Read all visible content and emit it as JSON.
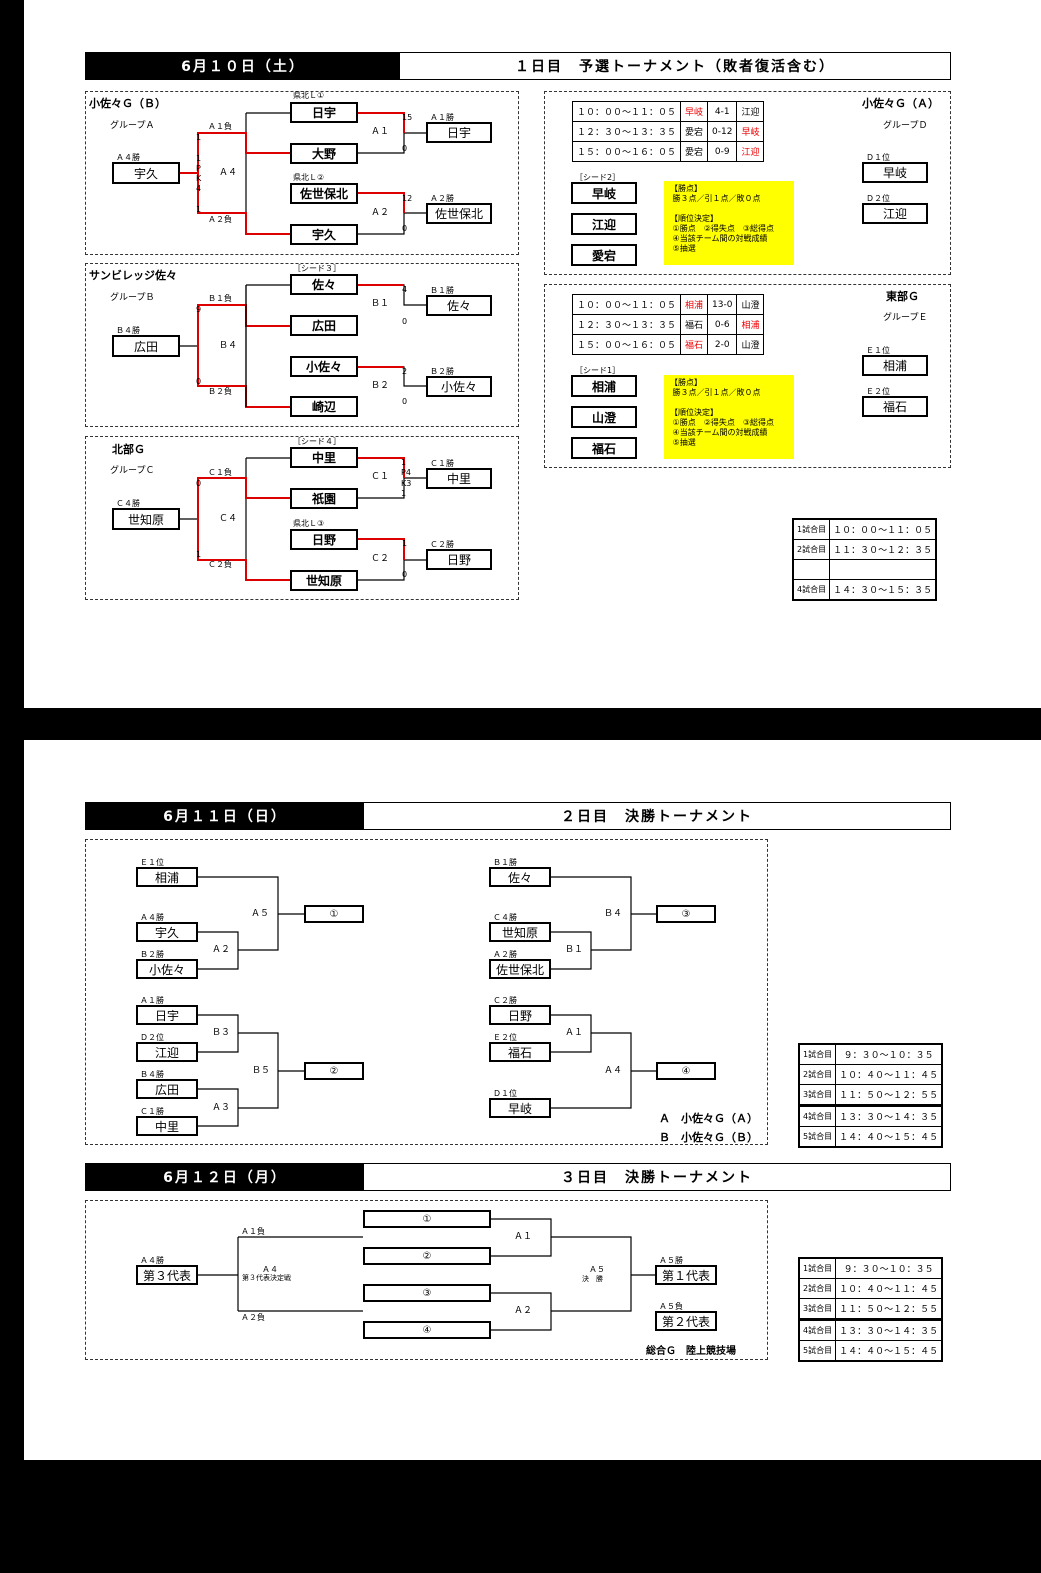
{
  "day1": {
    "date": "6月１０日（土）",
    "title": "１日目　予選トーナメント（敗者復活含む）",
    "groupA": {
      "name": "小佐々Ｇ（Ｂ）",
      "sub": "グループＡ",
      "teams": [
        "日宇",
        "大野",
        "佐世保北",
        "宇久"
      ],
      "tags": [
        "県北Ｌ①",
        "県北Ｌ②"
      ],
      "winners": [
        "日宇",
        "佐世保北",
        "宇久"
      ],
      "labels": {
        "a1lose": "Ａ１負",
        "a2lose": "Ａ２負",
        "a4": "Ａ４",
        "a1": "Ａ１",
        "a2": "Ａ２",
        "a1win": "Ａ１勝",
        "a2win": "Ａ２勝",
        "a4win": "Ａ４勝"
      },
      "scores": {
        "m1top": "15",
        "m1bot": "0",
        "m2top": "12",
        "m2bot": "0",
        "a4": [
          "1",
          "1",
          "P",
          "K",
          "4",
          "1"
        ]
      }
    },
    "groupB": {
      "name": "サンビレッジ佐々",
      "sub": "グループＢ",
      "teams": [
        "佐々",
        "広田",
        "小佐々",
        "崎辺"
      ],
      "tags": [
        "［シード３］"
      ],
      "winners": [
        "佐々",
        "小佐々",
        "広田"
      ],
      "labels": {
        "b1lose": "Ｂ１負",
        "b2lose": "Ｂ２負",
        "b4": "Ｂ４",
        "b1": "Ｂ１",
        "b2": "Ｂ２",
        "b1win": "Ｂ１勝",
        "b2win": "Ｂ２勝",
        "b4win": "Ｂ４勝"
      },
      "scores": {
        "m1top": "4",
        "m1bot": "0",
        "m2top": "2",
        "m2bot": "0",
        "b4top": "9",
        "b4bot": "0"
      }
    },
    "groupC": {
      "name": "北部Ｇ",
      "sub": "グループＣ",
      "teams": [
        "中里",
        "祇園",
        "日野",
        "世知原"
      ],
      "tags": [
        "［シード４］",
        "県北Ｌ③"
      ],
      "winners": [
        "中里",
        "日野",
        "世知原"
      ],
      "labels": {
        "c1lose": "Ｃ１負",
        "c2lose": "Ｃ２負",
        "c4": "Ｃ４",
        "c1": "Ｃ１",
        "c2": "Ｃ２",
        "c1win": "Ｃ１勝",
        "c2win": "Ｃ２勝",
        "c4win": "Ｃ４勝"
      },
      "scores": {
        "m1": [
          "1",
          "P4",
          "K3",
          "1"
        ],
        "m2top": "1",
        "m2bot": "0",
        "c4top": "0",
        "c4bot": "1"
      }
    },
    "groupD": {
      "name": "小佐々Ｇ（Ａ）",
      "sub": "グループＤ",
      "rows": [
        {
          "time": "１０：００～１１：０５",
          "home": "早岐",
          "score": "4-1",
          "away": "江迎",
          "red": "home"
        },
        {
          "time": "１２：３０～１３：３５",
          "home": "愛宕",
          "score": "0-12",
          "away": "早岐",
          "red": "away"
        },
        {
          "time": "１５：００～１６：０５",
          "home": "愛宕",
          "score": "0-9",
          "away": "江迎",
          "red": "away"
        }
      ],
      "seed": "［シード2］",
      "teams": [
        "早岐",
        "江迎",
        "愛宕"
      ],
      "rank1": "Ｄ１位",
      "rank2": "Ｄ２位",
      "first": "早岐",
      "second": "江迎"
    },
    "groupE": {
      "name": "東部Ｇ",
      "sub": "グループＥ",
      "rows": [
        {
          "time": "１０：００～１１：０５",
          "home": "相浦",
          "score": "13-0",
          "away": "山澄",
          "red": "home"
        },
        {
          "time": "１２：３０～１３：３５",
          "home": "福石",
          "score": "0-6",
          "away": "相浦",
          "red": "away"
        },
        {
          "time": "１５：００～１６：０５",
          "home": "福石",
          "score": "2-0",
          "away": "山澄",
          "red": "home"
        }
      ],
      "seed": "［シード1］",
      "teams": [
        "相浦",
        "山澄",
        "福石"
      ],
      "rank1": "Ｅ１位",
      "rank2": "Ｅ２位",
      "first": "相浦",
      "second": "福石"
    },
    "rules": "【勝点】\n 勝３点／引１点／敗０点\n\n【順位決定】\n ①勝点　②得失点　③総得点\n ④当該チーム間の対戦成績\n ⑤抽選",
    "schedule": [
      {
        "n": "1試合目",
        "t": "１０：００～１１：０５"
      },
      {
        "n": "2試合目",
        "t": "１１：３０～１２：３５"
      },
      {
        "n": "",
        "t": ""
      },
      {
        "n": "4試合目",
        "t": "１４：３０～１５：３５"
      }
    ]
  },
  "day2": {
    "date": "6月１１日（日）",
    "title": "２日目　決勝トーナメント",
    "left": {
      "entries": [
        {
          "tag": "Ｅ１位",
          "team": "相浦"
        },
        {
          "tag": "Ａ４勝",
          "team": "宇久"
        },
        {
          "tag": "Ｂ２勝",
          "team": "小佐々"
        },
        {
          "tag": "Ａ１勝",
          "team": "日宇"
        },
        {
          "tag": "Ｄ２位",
          "team": "江迎"
        },
        {
          "tag": "Ｂ４勝",
          "team": "広田"
        },
        {
          "tag": "Ｃ１勝",
          "team": "中里"
        }
      ],
      "match": [
        "Ａ５",
        "Ａ２",
        "Ｂ３",
        "Ｂ５",
        "Ａ３"
      ],
      "result": [
        "①",
        "②"
      ]
    },
    "right": {
      "entries": [
        {
          "tag": "Ｂ１勝",
          "team": "佐々"
        },
        {
          "tag": "Ｃ４勝",
          "team": "世知原"
        },
        {
          "tag": "Ａ２勝",
          "team": "佐世保北"
        },
        {
          "tag": "Ｃ２勝",
          "team": "日野"
        },
        {
          "tag": "Ｅ２位",
          "team": "福石"
        },
        {
          "tag": "Ｄ１位",
          "team": "早岐"
        }
      ],
      "match": [
        "Ｂ４",
        "Ｂ１",
        "Ａ１",
        "Ａ４"
      ],
      "result": [
        "③",
        "④"
      ]
    },
    "venue": [
      "Ａ　小佐々Ｇ（Ａ）",
      "Ｂ　小佐々Ｇ（Ｂ）"
    ],
    "schedule": [
      {
        "n": "1試合目",
        "t": "９：３０～１０：３５"
      },
      {
        "n": "2試合目",
        "t": "１０：４０～１１：４５"
      },
      {
        "n": "3試合目",
        "t": "１１：５０～１２：５５"
      },
      {
        "n": "4試合目",
        "t": "１３：３０～１４：３５"
      },
      {
        "n": "5試合目",
        "t": "１４：４０～１５：４５"
      }
    ]
  },
  "day3": {
    "date": "6月１２日（月）",
    "title": "３日目　決勝トーナメント",
    "slots": [
      "①",
      "②",
      "③",
      "④"
    ],
    "labels": {
      "a1lose": "Ａ１負",
      "a2lose": "Ａ２負",
      "a4": "Ａ４",
      "a4sub": "第３代表決定戦",
      "a4win": "Ａ４勝",
      "a1": "Ａ１",
      "a2": "Ａ２",
      "a5": "Ａ５",
      "a5sub": "決　勝",
      "a5win": "Ａ５勝",
      "a5lose": "Ａ５負"
    },
    "third": "第３代表",
    "first": "第１代表",
    "second": "第２代表",
    "venue": "総合Ｇ　陸上競技場",
    "schedule": [
      {
        "n": "1試合目",
        "t": "９：３０～１０：３５"
      },
      {
        "n": "2試合目",
        "t": "１０：４０～１１：４５"
      },
      {
        "n": "3試合目",
        "t": "１１：５０～１２：５５"
      },
      {
        "n": "4試合目",
        "t": "１３：３０～１４：３５"
      },
      {
        "n": "5試合目",
        "t": "１４：４０～１５：４５"
      }
    ]
  }
}
